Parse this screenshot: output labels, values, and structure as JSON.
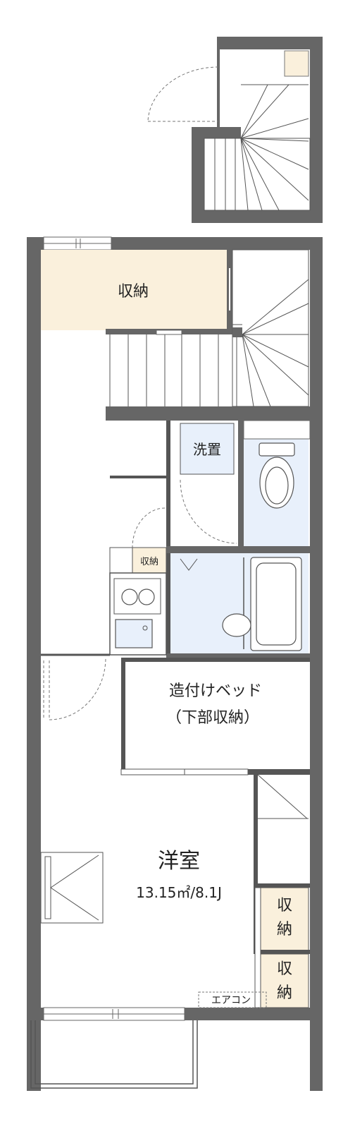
{
  "rooms": {
    "storage_top": "収納",
    "washer": "洗置",
    "kitchen_storage": "収納",
    "bed_line1": "造付けベッド",
    "bed_line2": "（下部収納）",
    "main_room": "洋室",
    "main_room_size": "13.15㎡/8.1J",
    "closet1_line1": "収",
    "closet1_line2": "納",
    "closet2_line1": "収",
    "closet2_line2": "納",
    "aircon": "エアコン"
  },
  "colors": {
    "wall": "#666666",
    "storage_fill": "#faf0dc",
    "wet_fill": "#e8f0fb",
    "line": "#333333"
  }
}
